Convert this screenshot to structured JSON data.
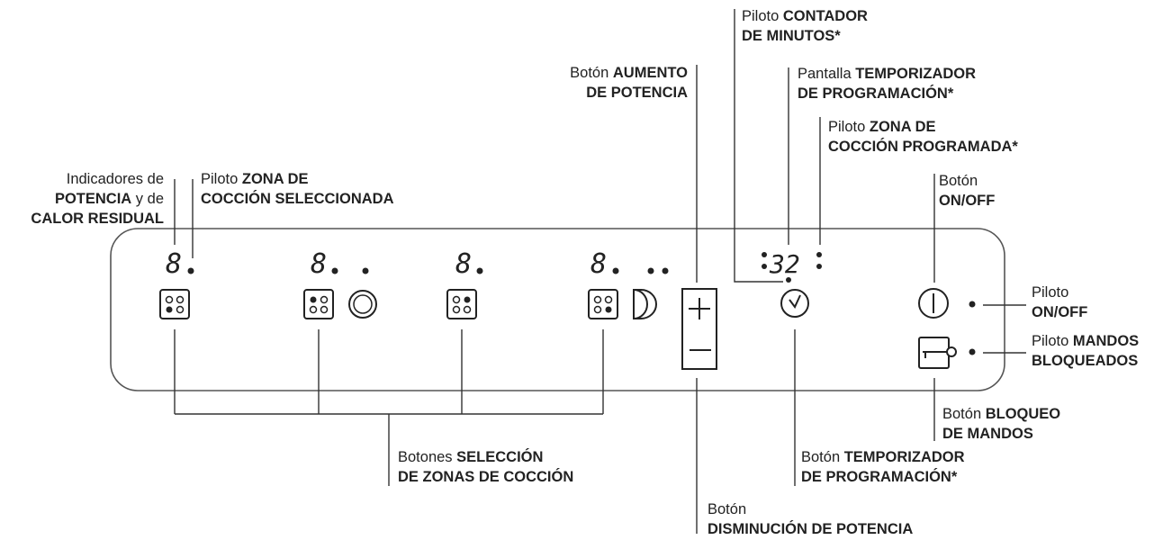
{
  "panel": {
    "zones": [
      {
        "display": "8",
        "icon": "zone-front-left-icon"
      },
      {
        "display": "8",
        "icon": "zone-rear-left-icon"
      },
      {
        "display": "8",
        "icon": "zone-rear-right-icon"
      },
      {
        "display": "8",
        "icon": "zone-front-right-icon"
      }
    ],
    "extra_zone_icons": [
      "dual-circle-zone-icon",
      "oval-zone-icon"
    ],
    "timer_display": "32",
    "buttons": {
      "power_up_symbol": "+",
      "power_down_symbol": "—",
      "timer_icon": "timer-clock-icon",
      "onoff_icon": "power-icon",
      "lock_icon": "key-lock-icon"
    }
  },
  "labels": {
    "power_indicators": {
      "line1": "Indicadores de",
      "line2_bold": "POTENCIA",
      "line2_rest": " y de",
      "line3_bold": "CALOR RESIDUAL"
    },
    "zone_selected_pilot": {
      "prefix": "Piloto ",
      "bold1": "ZONA DE",
      "bold2": "COCCIÓN SELECCIONADA"
    },
    "power_up_button": {
      "prefix": "Botón ",
      "bold1": "AUMENTO",
      "bold2": "DE POTENCIA"
    },
    "minute_counter_pilot": {
      "prefix": "Piloto ",
      "bold1": "CONTADOR",
      "bold2": "DE MINUTOS*"
    },
    "timer_screen": {
      "prefix": "Pantalla ",
      "bold1": "TEMPORIZADOR",
      "bold2": "DE PROGRAMACIÓN*"
    },
    "programmed_zone_pilot": {
      "prefix": "Piloto ",
      "bold1": "ZONA DE",
      "bold2": "COCCIÓN PROGRAMADA*"
    },
    "onoff_button": {
      "line1": "Botón",
      "bold1": "ON/OFF"
    },
    "onoff_pilot": {
      "line1": "Piloto",
      "bold1": "ON/OFF"
    },
    "locked_pilot": {
      "prefix": "Piloto ",
      "bold1": "MANDOS",
      "bold2": "BLOQUEADOS"
    },
    "lock_button": {
      "prefix": "Botón ",
      "bold1": "BLOQUEO",
      "bold2": "DE MANDOS"
    },
    "zone_select_buttons": {
      "prefix": "Botones ",
      "bold1": "SELECCIÓN",
      "bold2": "DE ZONAS DE COCCIÓN"
    },
    "timer_button": {
      "prefix": "Botón ",
      "bold1": "TEMPORIZADOR",
      "bold2": "DE PROGRAMACIÓN*"
    },
    "power_down_button": {
      "line1": "Botón",
      "bold1": "DISMINUCIÓN DE POTENCIA"
    }
  }
}
